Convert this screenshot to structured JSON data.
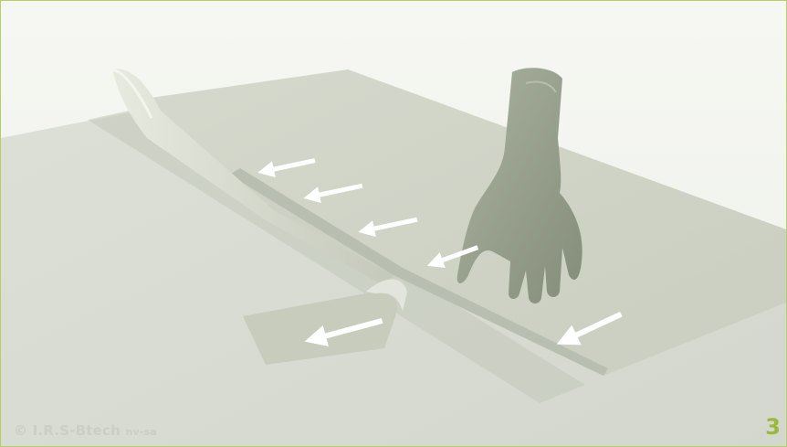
{
  "image": {
    "copyright": "© I.R.S-Btech",
    "copyright_suffix": "nv-sa",
    "step_number": "3"
  },
  "colors": {
    "frame_border": "#b7cc6a",
    "step_number": "#9ab83a",
    "copyright": "#c9cfc2",
    "sheet": "#dcdfd6",
    "membrane": "#cfd4c6",
    "hand": "#9aa390",
    "arrow": "#ffffff"
  },
  "icons": [
    "arrow-left-icon"
  ]
}
